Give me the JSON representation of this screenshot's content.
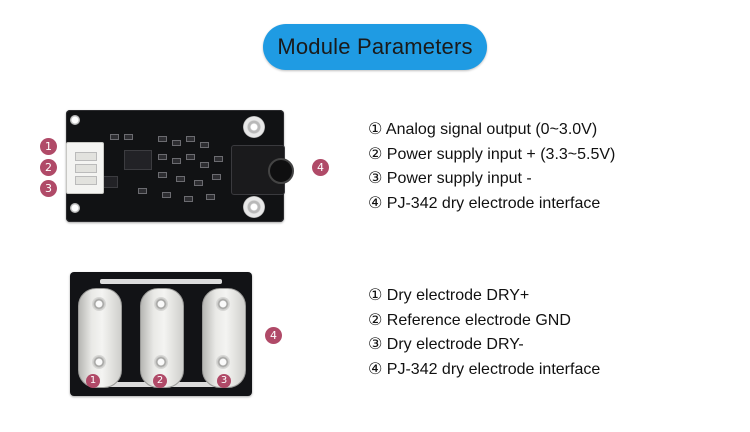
{
  "title": "Module Parameters",
  "colors": {
    "accent": "#1f9be3",
    "badge": "#b04a68",
    "pcb": "#111214"
  },
  "module_specs": [
    "① Analog signal output (0~3.0V)",
    "② Power supply input + (3.3~5.5V)",
    "③ Power supply input -",
    "④ PJ-342 dry electrode interface"
  ],
  "electrode_specs": [
    "① Dry electrode DRY+",
    "② Reference electrode GND",
    "③ Dry electrode DRY-",
    "④ PJ-342 dry electrode interface"
  ],
  "module_badges": [
    "1",
    "2",
    "3",
    "4"
  ],
  "electrode_badges": [
    "1",
    "2",
    "3",
    "4"
  ]
}
